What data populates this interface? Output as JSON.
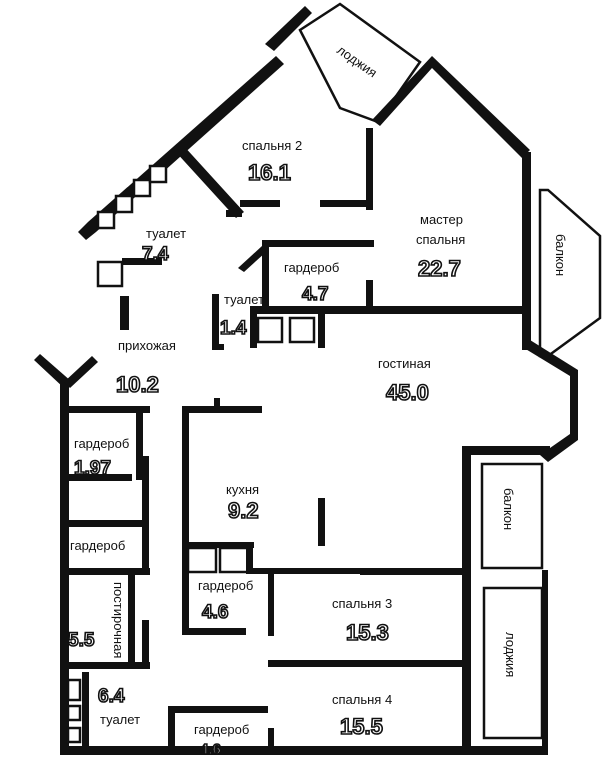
{
  "rooms": {
    "loggia_top": {
      "name": "лоджия"
    },
    "bedroom2": {
      "name": "спальня 2",
      "area": "16.1"
    },
    "master": {
      "name_line1": "мастер",
      "name_line2": "спальня",
      "area": "22.7"
    },
    "balcony_right": {
      "name": "балкон"
    },
    "toilet1": {
      "name": "туалет",
      "area": "7.4"
    },
    "wardrobe1": {
      "name": "гардероб",
      "area": "4.7"
    },
    "toilet2": {
      "name": "туалет",
      "area": "1.4"
    },
    "hallway": {
      "name": "прихожая",
      "area": "10.2"
    },
    "living": {
      "name": "гостиная",
      "area": "45.0"
    },
    "wardrobe2": {
      "name": "гардероб",
      "area": "1.97"
    },
    "kitchen": {
      "name": "кухня",
      "area": "9.2"
    },
    "balcony_mid": {
      "name": "балкон"
    },
    "wardrobe3": {
      "name": "гардероб"
    },
    "wardrobe4": {
      "name": "гардероб",
      "area": "4.6"
    },
    "laundry": {
      "name": "постирочная",
      "area": "5.5"
    },
    "bedroom3": {
      "name": "спальня 3",
      "area": "15.3"
    },
    "loggia_bottom": {
      "name": "лоджия"
    },
    "toilet3": {
      "name": "туалет",
      "area": "6.4"
    },
    "bedroom4": {
      "name": "спальня 4",
      "area": "15.5"
    },
    "wardrobe5": {
      "name": "гардероб",
      "area": "4.6"
    }
  },
  "colors": {
    "wall": "#111111",
    "background": "#ffffff"
  }
}
